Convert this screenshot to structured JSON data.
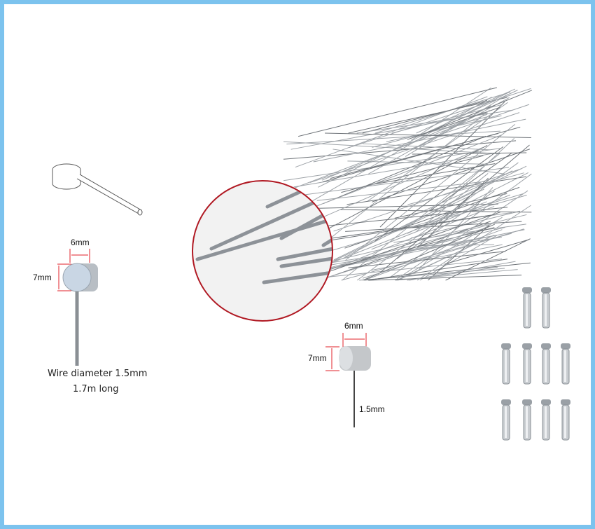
{
  "left_panel": {
    "width_label": "6mm",
    "height_label": "7mm",
    "wire_diameter": "Wire diameter 1.5mm",
    "length": "1.7m long"
  },
  "center_panel": {
    "width_label": "6mm",
    "height_label": "7mm",
    "wire_label": "1.5mm"
  },
  "colors": {
    "frame": "#7cc3ee",
    "dimension": "#e0202a",
    "magnifier_ring": "#b01822"
  }
}
